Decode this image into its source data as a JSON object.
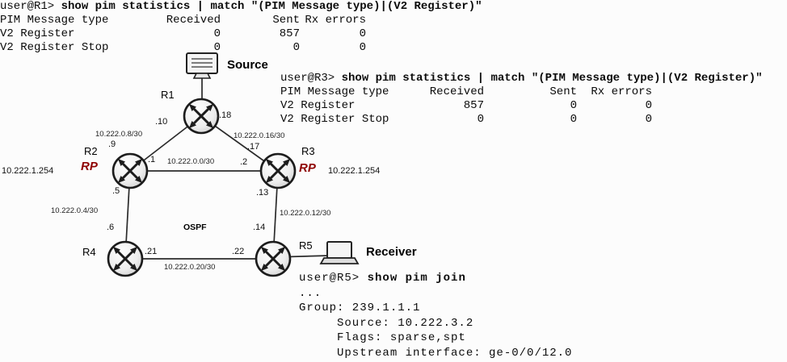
{
  "colors": {
    "rp_text": "#8e0000",
    "terminal_text": "#0a0a0a",
    "diagram_line": "#2b2b2b"
  },
  "terminals": {
    "r1": {
      "prompt": "user@R1> ",
      "command": "show pim statistics | match \"(PIM Message type)|(V2 Register)\"",
      "table": {
        "headers": [
          "PIM Message type",
          "Received",
          "Sent",
          "Rx errors"
        ],
        "rows": [
          {
            "type": "V2 Register",
            "received": "0",
            "sent": "857",
            "rx_errors": "0"
          },
          {
            "type": "V2 Register Stop",
            "received": "0",
            "sent": "0",
            "rx_errors": "0"
          }
        ]
      }
    },
    "r3": {
      "prompt": "user@R3> ",
      "command": "show pim statistics | match \"(PIM Message type)|(V2 Register)\"",
      "table": {
        "headers": [
          "PIM Message type",
          "Received",
          "Sent",
          "Rx errors"
        ],
        "rows": [
          {
            "type": "V2 Register",
            "received": "857",
            "sent": "0",
            "rx_errors": "0"
          },
          {
            "type": "V2 Register Stop",
            "received": "0",
            "sent": "0",
            "rx_errors": "0"
          }
        ]
      }
    },
    "r5": {
      "prompt": "user@R5> ",
      "command": "show pim join",
      "lines": [
        "...",
        "Group: 239.1.1.1",
        "     Source: 10.222.3.2",
        "     Flags: sparse,spt",
        "     Upstream interface: ge-0/0/12.0"
      ]
    }
  },
  "diagram": {
    "nodes": {
      "source": {
        "label": "Source",
        "icon": "desktop-computer-icon"
      },
      "r1": {
        "label": "R1",
        "icon": "router-icon"
      },
      "r2": {
        "label": "R2",
        "role": "RP",
        "ip": "10.222.1.254",
        "icon": "router-icon"
      },
      "r3": {
        "label": "R3",
        "role": "RP",
        "ip": "10.222.1.254",
        "icon": "router-icon"
      },
      "r4": {
        "label": "R4",
        "icon": "router-icon"
      },
      "r5": {
        "label": "R5",
        "icon": "router-icon"
      },
      "receiver": {
        "label": "Receiver",
        "icon": "laptop-icon"
      }
    },
    "links": {
      "r1_r2": {
        "subnet": "10.222.0.8/30",
        "r1_if": ".10",
        "r2_if": ".9"
      },
      "r1_r3": {
        "subnet": "10.222.0.16/30",
        "r1_if": ".18",
        "r3_if": ".17"
      },
      "r2_r3": {
        "subnet": "10.222.0.0/30",
        "r2_if": ".1",
        "r3_if": ".2"
      },
      "r2_r4": {
        "subnet": "10.222.0.4/30",
        "r2_if": ".5",
        "r4_if": ".6"
      },
      "r3_r5": {
        "subnet": "10.222.0.12/30",
        "r3_if": ".13",
        "r5_if": ".14"
      },
      "r4_r5": {
        "subnet": "10.222.0.20/30",
        "r4_if": ".21",
        "r5_if": ".22"
      }
    },
    "routing_protocol": "OSPF"
  }
}
